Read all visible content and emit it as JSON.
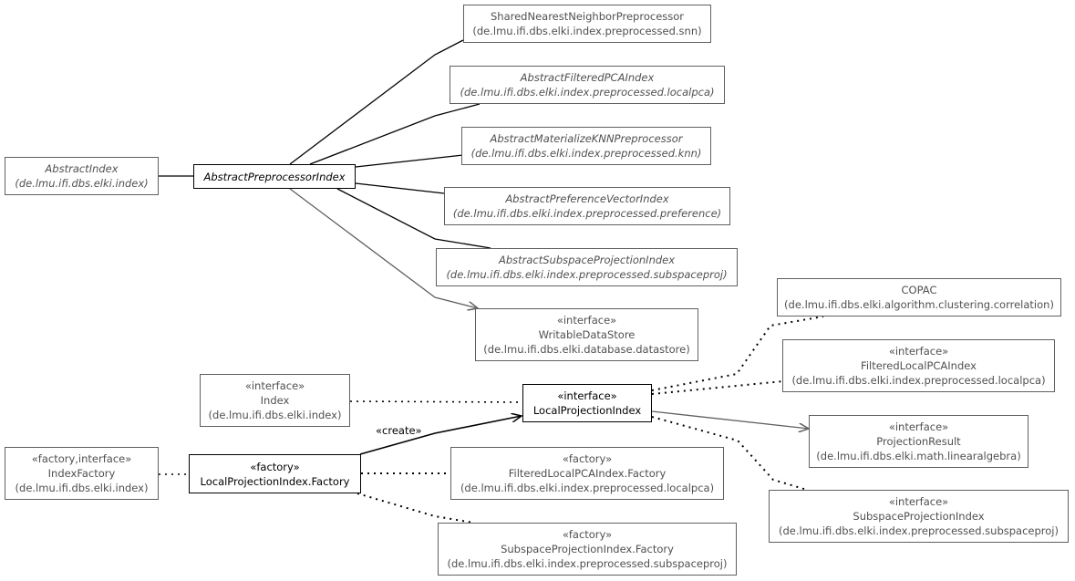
{
  "nodes": {
    "snn": {
      "line1": "SharedNearestNeighborPreprocessor",
      "line2": "(de.lmu.ifi.dbs.elki.index.preprocessed.snn)"
    },
    "filteredpca": {
      "line1": "AbstractFilteredPCAIndex",
      "line2": "(de.lmu.ifi.dbs.elki.index.preprocessed.localpca)"
    },
    "knn": {
      "line1": "AbstractMaterializeKNNPreprocessor",
      "line2": "(de.lmu.ifi.dbs.elki.index.preprocessed.knn)"
    },
    "abstract_index": {
      "line1": "AbstractIndex",
      "line2": "(de.lmu.ifi.dbs.elki.index)"
    },
    "preprocessor_index": {
      "line1": "AbstractPreprocessorIndex"
    },
    "preference": {
      "line1": "AbstractPreferenceVectorIndex",
      "line2": "(de.lmu.ifi.dbs.elki.index.preprocessed.preference)"
    },
    "subspaceproj": {
      "line1": "AbstractSubspaceProjectionIndex",
      "line2": "(de.lmu.ifi.dbs.elki.index.preprocessed.subspaceproj)"
    },
    "copac": {
      "line1": "COPAC",
      "line2": "(de.lmu.ifi.dbs.elki.algorithm.clustering.correlation)"
    },
    "writable": {
      "stereo": "«interface»",
      "line1": "WritableDataStore",
      "line2": "(de.lmu.ifi.dbs.elki.database.datastore)"
    },
    "filteredlocalpca": {
      "stereo": "«interface»",
      "line1": "FilteredLocalPCAIndex",
      "line2": "(de.lmu.ifi.dbs.elki.index.preprocessed.localpca)"
    },
    "index": {
      "stereo": "«interface»",
      "line1": "Index",
      "line2": "(de.lmu.ifi.dbs.elki.index)"
    },
    "lpi": {
      "stereo": "«interface»",
      "line1": "LocalProjectionIndex"
    },
    "projresult": {
      "stereo": "«interface»",
      "line1": "ProjectionResult",
      "line2": "(de.lmu.ifi.dbs.elki.math.linearalgebra)"
    },
    "indexfactory": {
      "stereo": "«factory,interface»",
      "line1": "IndexFactory",
      "line2": "(de.lmu.ifi.dbs.elki.index)"
    },
    "lpi_factory": {
      "stereo": "«factory»",
      "line1": "LocalProjectionIndex.Factory"
    },
    "flpca_factory": {
      "stereo": "«factory»",
      "line1": "FilteredLocalPCAIndex.Factory",
      "line2": "(de.lmu.ifi.dbs.elki.index.preprocessed.localpca)"
    },
    "spi": {
      "stereo": "«interface»",
      "line1": "SubspaceProjectionIndex",
      "line2": "(de.lmu.ifi.dbs.elki.index.preprocessed.subspaceproj)"
    },
    "spi_factory": {
      "stereo": "«factory»",
      "line1": "SubspaceProjectionIndex.Factory",
      "line2": "(de.lmu.ifi.dbs.elki.index.preprocessed.subspaceproj)"
    }
  },
  "edge_labels": {
    "create": "«create»"
  }
}
